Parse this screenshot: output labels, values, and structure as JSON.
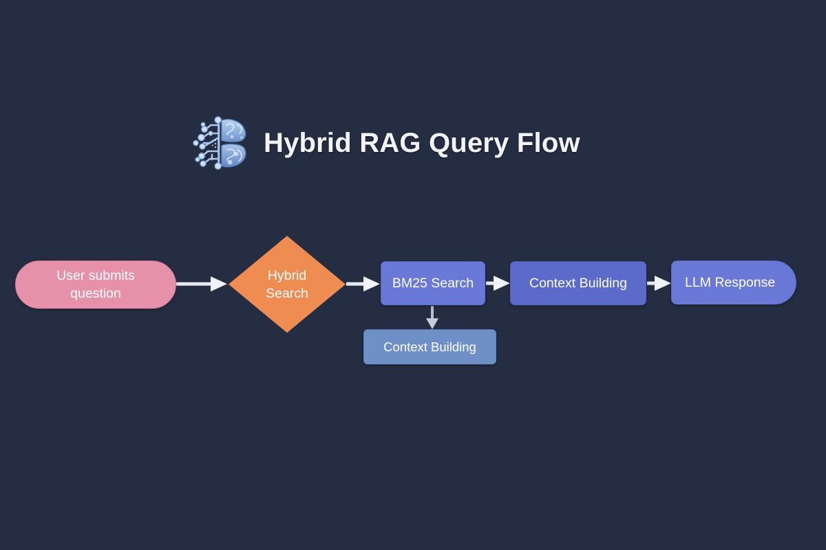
{
  "diagram": {
    "title": "Hybrid RAG Query Flow",
    "title_icon": "brain-icon",
    "background_color": "#242c42",
    "nodes": [
      {
        "id": "user",
        "label": "User submits\nquestion",
        "label_line1": "User submits",
        "label_line2": "question",
        "shape": "stadium",
        "color": "#e491a9",
        "text_color": "#ffffff"
      },
      {
        "id": "hybrid",
        "label": "Hybrid\nSearch",
        "label_line1": "Hybrid",
        "label_line2": "Search",
        "shape": "diamond",
        "color": "#ef8c52",
        "text_color": "#ffffff"
      },
      {
        "id": "bm25",
        "label": "BM25 Search",
        "shape": "rounded-rect",
        "color": "#6a78d6",
        "text_color": "#ffffff"
      },
      {
        "id": "context_top",
        "label": "Context Building",
        "shape": "rounded-rect",
        "color": "#5c6bc9",
        "text_color": "#ffffff"
      },
      {
        "id": "llm",
        "label": "LLM Response",
        "shape": "stadium-right",
        "color": "#6a78d6",
        "text_color": "#ffffff"
      },
      {
        "id": "context_bottom",
        "label": "Context Building",
        "shape": "rounded-rect",
        "color": "#6e90c6",
        "text_color": "#ffffff"
      }
    ],
    "edges": [
      {
        "from": "user",
        "to": "hybrid",
        "direction": "right",
        "color": "#e8eaf0"
      },
      {
        "from": "hybrid",
        "to": "bm25",
        "direction": "right",
        "color": "#e8eaf0"
      },
      {
        "from": "bm25",
        "to": "context_top",
        "direction": "right",
        "color": "#e8eaf0"
      },
      {
        "from": "context_top",
        "to": "llm",
        "direction": "right",
        "color": "#e8eaf0"
      },
      {
        "from": "bm25",
        "to": "context_bottom",
        "direction": "down",
        "color": "#b9bfcc"
      }
    ],
    "arrow_color": "#e8eaf0",
    "arrow_color_secondary": "#b9bfcc"
  }
}
